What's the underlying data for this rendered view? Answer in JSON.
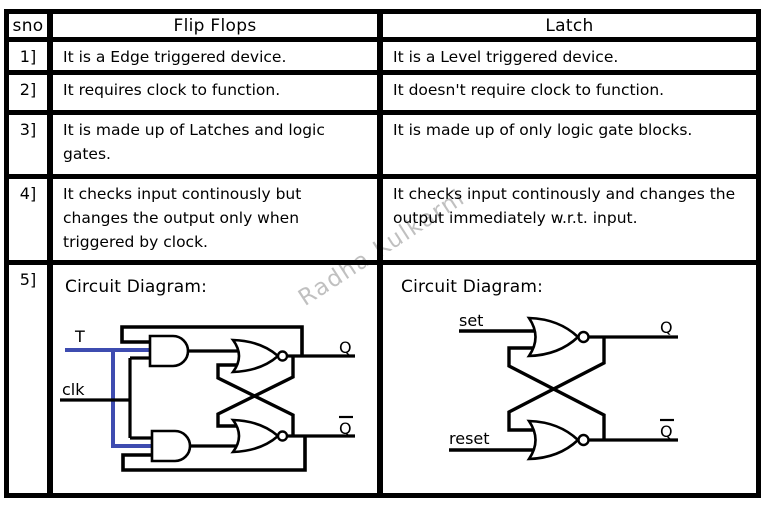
{
  "watermark": "Radha Kulkarni",
  "colors": {
    "border": "#000000",
    "text": "#000000",
    "wire_black": "#000000",
    "wire_blue": "#3e4cb0",
    "watermark_gray": "#a9a9a9"
  },
  "table": {
    "headers": {
      "sno": "sno",
      "flip_flops": "Flip Flops",
      "latch": "Latch"
    },
    "rows": [
      {
        "sno": "1]",
        "flip_flops": "It is a Edge triggered device.",
        "latch": "It is a Level triggered device."
      },
      {
        "sno": "2]",
        "flip_flops": "It requires clock to function.",
        "latch": "It doesn't require clock to function."
      },
      {
        "sno": "3]",
        "flip_flops": "It is made up of Latches and logic gates.",
        "latch": "It is made up of only logic gate blocks."
      },
      {
        "sno": "4]",
        "flip_flops": "It checks input continously but changes the output only when triggered by clock.",
        "latch": "It checks input continously and changes the output immediately w.r.t. input."
      },
      {
        "sno": "5]",
        "flip_flops": "Circuit Diagram:",
        "latch": "Circuit Diagram:"
      }
    ]
  },
  "circuits": {
    "flip_flop": {
      "labels": {
        "t_input": "T",
        "clk_input": "clk",
        "q_output": "Q",
        "q_bar_output": "Q"
      }
    },
    "latch": {
      "labels": {
        "set_input": "set",
        "reset_input": "reset",
        "q_output": "Q",
        "q_bar_output": "Q"
      }
    }
  }
}
